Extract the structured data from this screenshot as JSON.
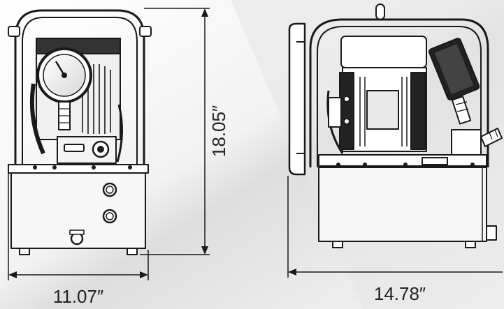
{
  "labels": {
    "width": "11.07″",
    "height": "18.05″",
    "depth": "14.78″"
  },
  "colors": {
    "line": "#1a1a1a",
    "fill": "#ffffff",
    "background_light": "#f4f4f4",
    "background_shade": "#d9d9d9",
    "tank": "#f7f7f7"
  }
}
